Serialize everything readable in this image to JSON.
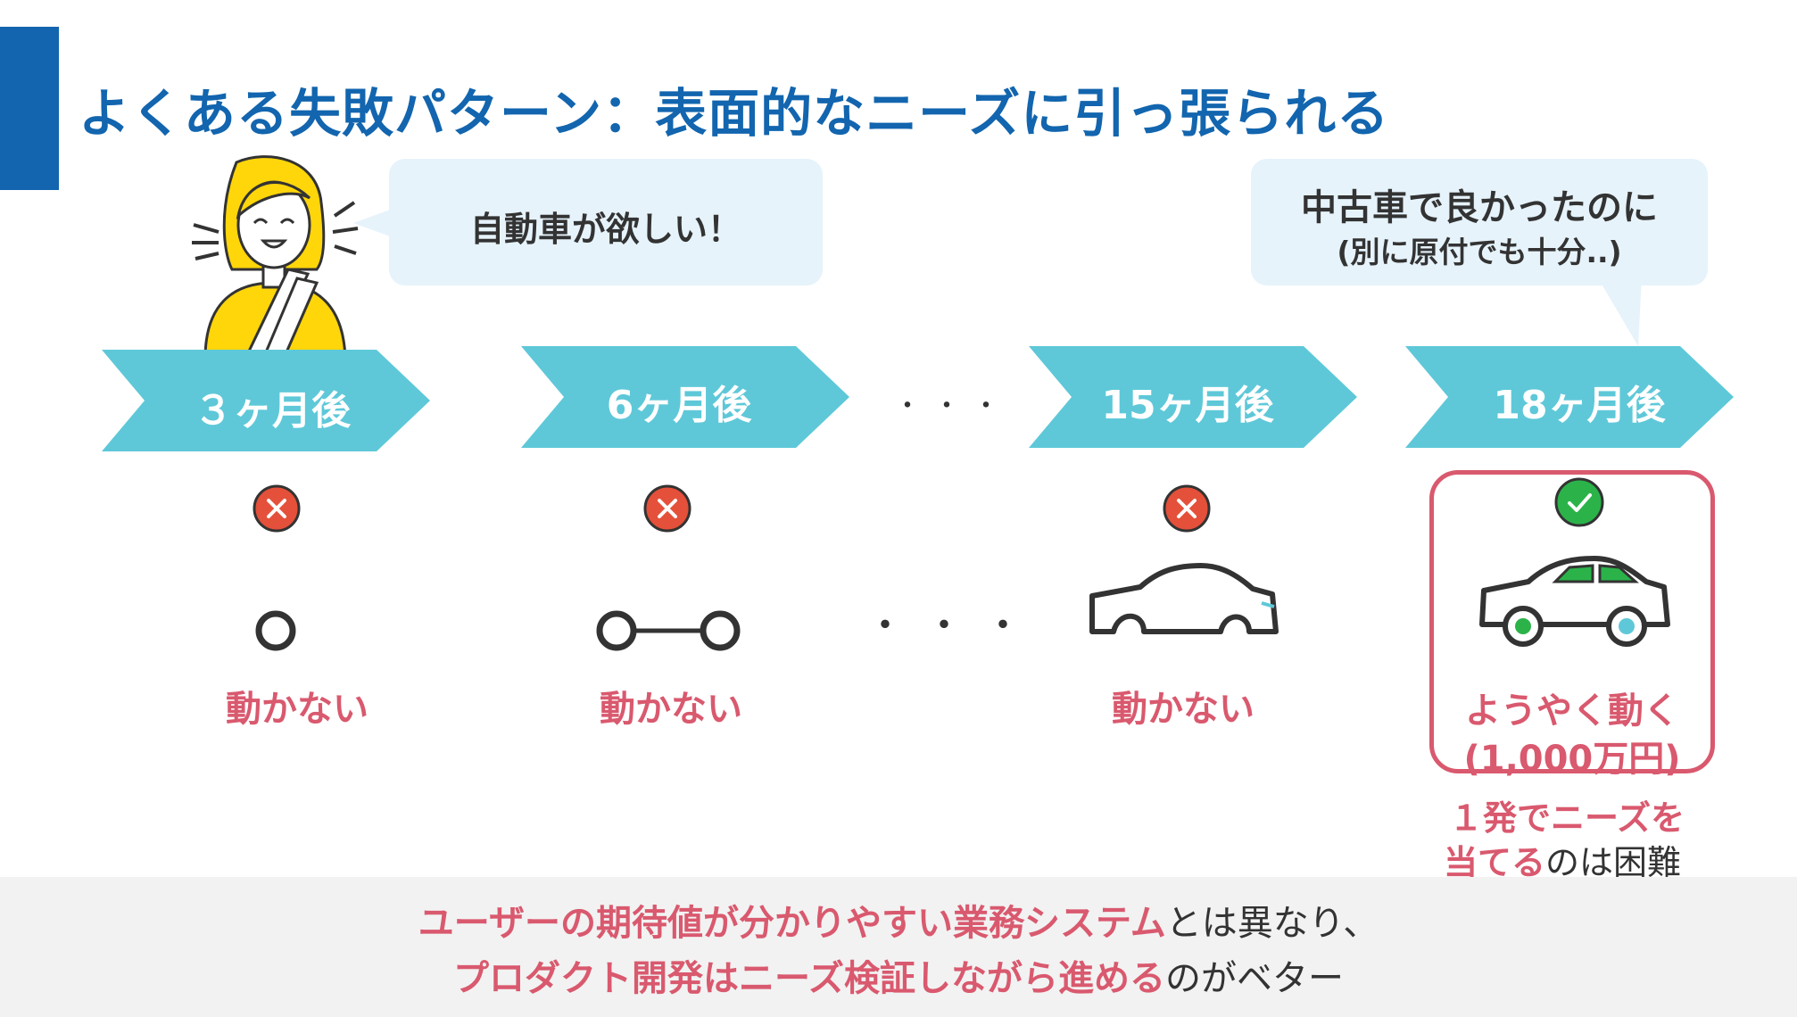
{
  "title": "よくある失敗パターン：表面的なニーズに引っ張られる",
  "speech_left": "自動車が欲しい！",
  "speech_right": {
    "line1": "中古車で良かったのに",
    "line2": "(別に原付でも十分..)"
  },
  "timeline": [
    {
      "label": "３ヶ月後",
      "status": "動かない",
      "result": "fail"
    },
    {
      "label": "6ヶ月後",
      "status": "動かない",
      "result": "fail"
    },
    {
      "label": "15ヶ月後",
      "status": "動かない",
      "result": "fail"
    },
    {
      "label": "18ヶ月後",
      "status_line1": "ようやく動く",
      "status_line2": "(1,000万円)",
      "result": "success"
    }
  ],
  "ellipsis_small": "・・・",
  "ellipsis_large": "・・・",
  "note": {
    "line1": "１発でニーズを",
    "line2_pink": "当てる",
    "line2_rest": "のは困難"
  },
  "footer": {
    "line1_pink": "ユーザーの期待値が分かりやすい業務システム",
    "line1_rest": "とは異なり、",
    "line2_pink": "プロダクト開発はニーズ検証しながら進める",
    "line2_rest": "のがベター"
  },
  "colors": {
    "brand_blue": "#1265ae",
    "arrow_teal": "#5ec8d8",
    "fail_red": "#e4503a",
    "success_green": "#2bb34a",
    "accent_pink": "#d9596e",
    "bubble_bg": "#e6f3fb",
    "footer_bg": "#f2f2f2"
  }
}
